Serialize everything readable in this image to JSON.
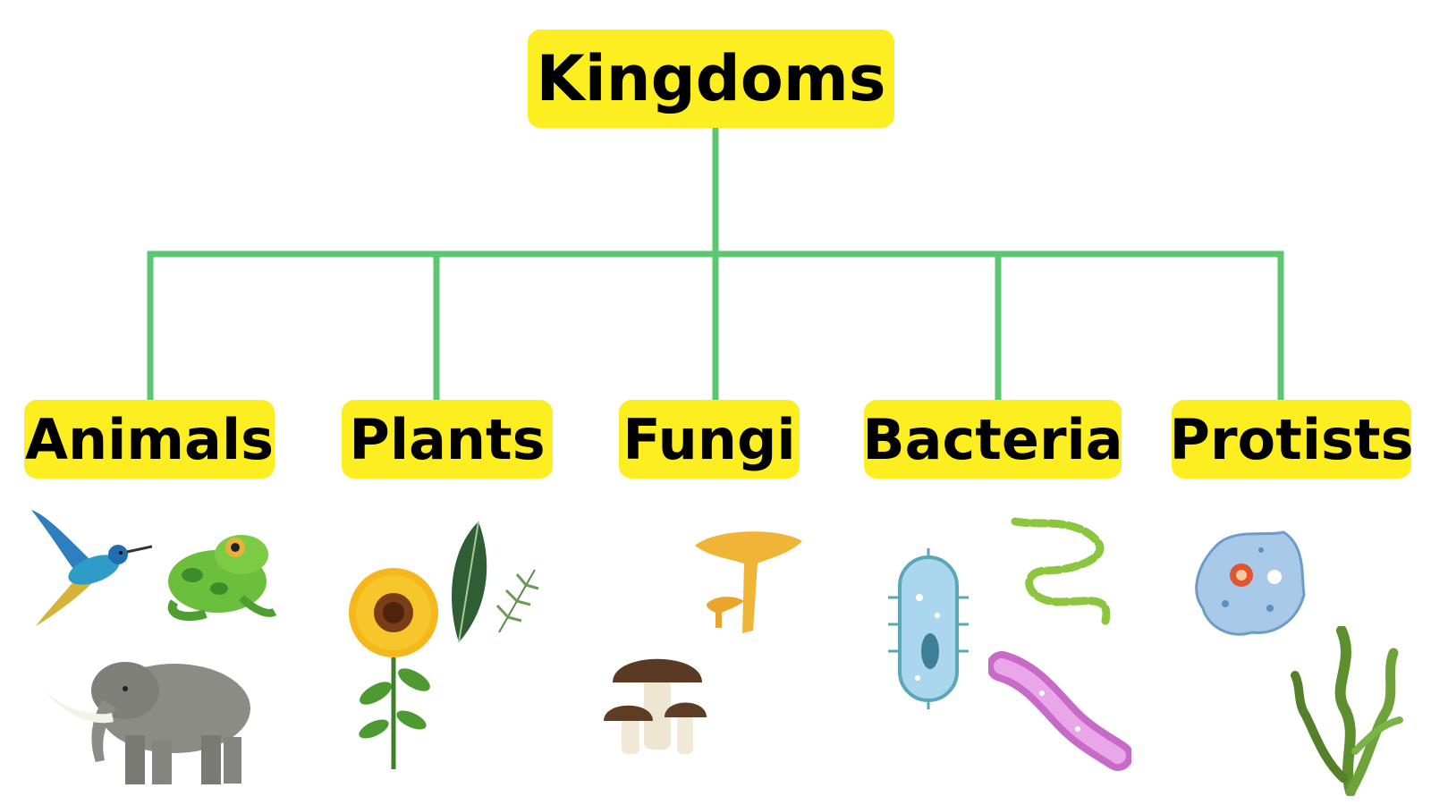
{
  "diagram": {
    "root": {
      "label": "Kingdoms",
      "icon": "kingdoms-node"
    },
    "kingdoms": [
      {
        "label": "Animals",
        "icons": [
          "hummingbird-icon",
          "frog-icon",
          "elephant-icon"
        ]
      },
      {
        "label": "Plants",
        "icons": [
          "sunflower-icon",
          "leaf-icon",
          "fern-icon"
        ]
      },
      {
        "label": "Fungi",
        "icons": [
          "chanterelle-icon",
          "mushroom-icon"
        ]
      },
      {
        "label": "Bacteria",
        "icons": [
          "bacillus-icon",
          "spirillum-icon",
          "pink-bacterium-icon"
        ]
      },
      {
        "label": "Protists",
        "icons": [
          "amoeba-icon",
          "algae-icon"
        ]
      }
    ],
    "colors": {
      "box_fill": "#fcee21",
      "connector": "#5bc86f",
      "text": "#000000",
      "background": "#ffffff"
    }
  }
}
